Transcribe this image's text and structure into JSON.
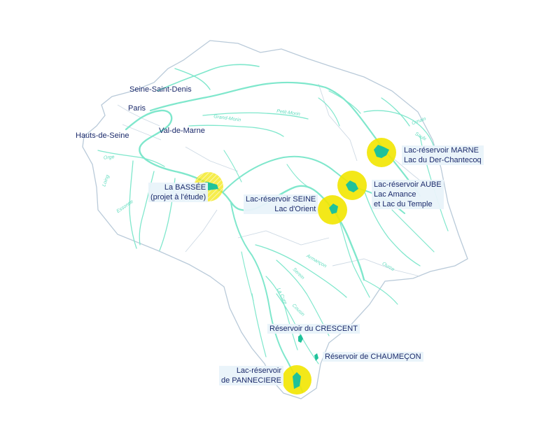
{
  "colors": {
    "river": "#7fe7cc",
    "river_label": "#62dcbf",
    "outline": "#b9cad9",
    "dept_border": "#cdd9e4",
    "highlight": "#f2e500",
    "water": "#1fc29a",
    "label": "#1b2a6b"
  },
  "departments": {
    "seine_saint_denis": "Seine-Saint-Denis",
    "paris": "Paris",
    "hauts_de_seine": "Hauts-de-Seine",
    "val_de_marne": "Val-de-Marne"
  },
  "reservoirs": {
    "marne": {
      "line1": "Lac-réservoir MARNE",
      "line2": "Lac du Der-Chantecoq"
    },
    "aube": {
      "line1": "Lac-réservoir AUBE",
      "line2": "Lac Amance",
      "line3": "et Lac du Temple"
    },
    "seine": {
      "line1": "Lac-réservoir SEINE",
      "line2": "Lac d'Orient"
    },
    "bassee": {
      "line1": "La BASSÉE",
      "line2": "(projet à l'étude)"
    },
    "crescent": "Réservoir du CRESCENT",
    "chaumecon": "Réservoir de CHAUMEÇON",
    "panneciere": {
      "line1": "Lac-réservoir",
      "line2": "de PANNECIERE"
    }
  },
  "rivers": {
    "petit_morin": "Petit-Morin",
    "grand_morin": "Grand-Morin",
    "orge": "Orge",
    "loing": "Loing",
    "essonne": "Essonne",
    "ornain": "Ornain",
    "saulx": "Saulx",
    "ource": "Ource",
    "armancon": "Armançon",
    "serein": "Serein",
    "la_cure": "La Cure",
    "cousin": "Cousin"
  }
}
